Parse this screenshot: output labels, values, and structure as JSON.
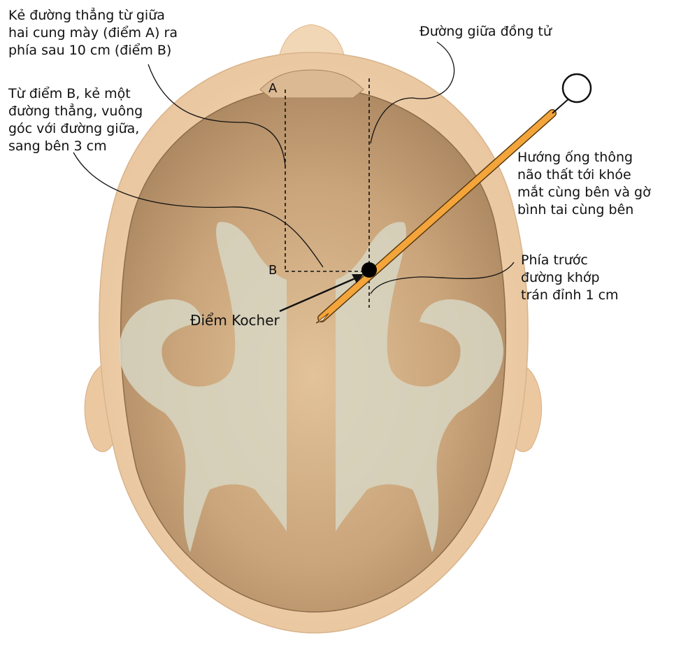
{
  "labels": {
    "line_ab": [
      "Kẻ đường thẳng từ giữa",
      "hai cung mày (điểm A) ra",
      "phía sau 10 cm (điểm B)"
    ],
    "line_b_lateral": [
      "Từ điểm B, kẻ một",
      "đường thẳng, vuông",
      "góc với đường giữa,",
      "sang bên 3 cm"
    ],
    "mid_pupil": "Đường giữa đồng tử",
    "catheter_direction": [
      "Hướng ống thông",
      "não thất tới khóe",
      "mắt cùng bên và gờ",
      "bình tai cùng bên"
    ],
    "suture": [
      "Phía trước",
      "đường khớp",
      "trán đỉnh 1 cm"
    ],
    "kocher": "Điểm Kocher",
    "point_a": "A",
    "point_b": "B"
  },
  "colors": {
    "skin": "#f0d3b0",
    "skull": "#c9a47a",
    "ventricle": "#dcdccb",
    "catheter": "#f3a53b",
    "ink": "#111111"
  }
}
